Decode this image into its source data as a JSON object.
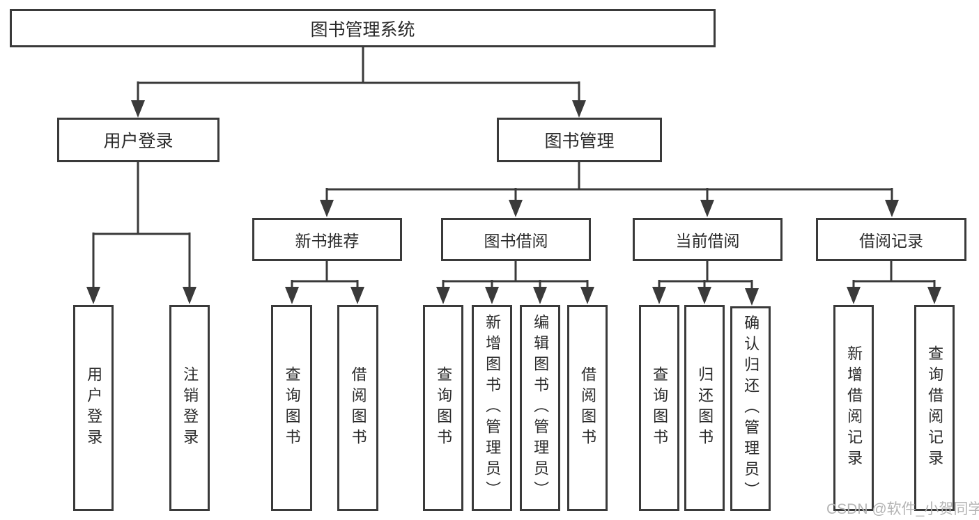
{
  "diagram": {
    "root": {
      "label": "图书管理系统"
    },
    "level2": [
      {
        "id": "user-login",
        "label": "用户登录",
        "parent": "图书管理系统"
      },
      {
        "id": "book-management",
        "label": "图书管理",
        "parent": "图书管理系统"
      }
    ],
    "level3": [
      {
        "id": "new-book-recommendation",
        "label": "新书推荐",
        "parent": "图书管理"
      },
      {
        "id": "book-borrowing",
        "label": "图书借阅",
        "parent": "图书管理"
      },
      {
        "id": "current-borrowing",
        "label": "当前借阅",
        "parent": "图书管理"
      },
      {
        "id": "borrowing-records",
        "label": "借阅记录",
        "parent": "图书管理"
      }
    ],
    "leaves": [
      {
        "id": "user-login-leaf",
        "label": "用户登录",
        "parent": "用户登录"
      },
      {
        "id": "logout-leaf",
        "label": "注销登录",
        "parent": "用户登录"
      },
      {
        "id": "query-books-recommend",
        "label": "查询图书",
        "parent": "新书推荐"
      },
      {
        "id": "borrow-books-recommend",
        "label": "借阅图书",
        "parent": "新书推荐"
      },
      {
        "id": "query-books-borrowing",
        "label": "查询图书",
        "parent": "图书借阅"
      },
      {
        "id": "add-books-admin",
        "label": "新增图书（管理员）",
        "parent": "图书借阅"
      },
      {
        "id": "edit-books-admin",
        "label": "编辑图书（管理员）",
        "parent": "图书借阅"
      },
      {
        "id": "borrow-books-borrowing",
        "label": "借阅图书",
        "parent": "图书借阅"
      },
      {
        "id": "query-books-current",
        "label": "查询图书",
        "parent": "当前借阅"
      },
      {
        "id": "return-books",
        "label": "归还图书",
        "parent": "当前借阅"
      },
      {
        "id": "confirm-return-admin",
        "label": "确认归还（管理员）",
        "parent": "当前借阅"
      },
      {
        "id": "add-borrow-record",
        "label": "新增借阅记录",
        "parent": "借阅记录"
      },
      {
        "id": "query-borrow-record",
        "label": "查询借阅记录",
        "parent": "借阅记录"
      }
    ]
  },
  "watermark": "CSDN @软件_小贺同学",
  "colors": {
    "line": "#3a3a3a",
    "box_border": "#3a3a3a",
    "box_background": "#ffffff",
    "text": "#2a2a2a",
    "watermark_text": "#b4b4b4",
    "page_background": "#ffffff"
  }
}
